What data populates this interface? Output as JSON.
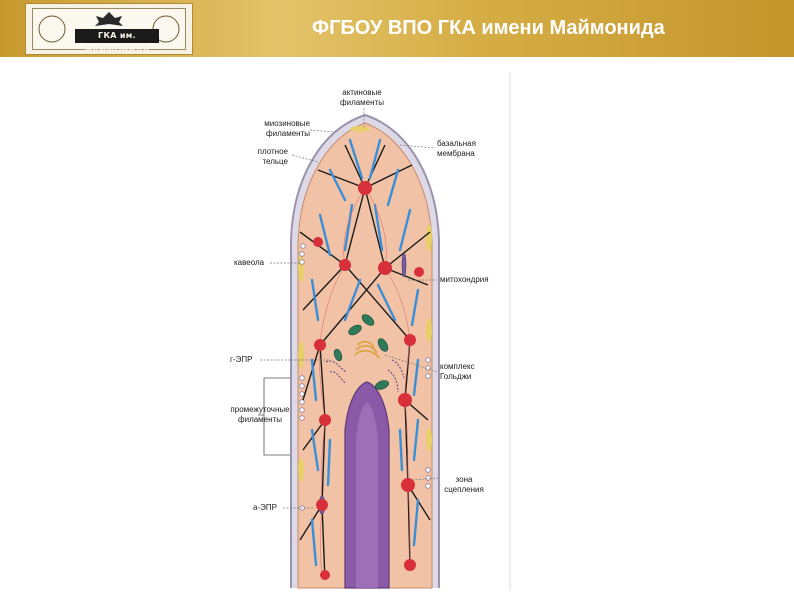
{
  "header": {
    "title": "ФГБОУ ВПО ГКА имени Маймонида",
    "logo_text": "ГКА им. МАЙМОНИДА",
    "colors": {
      "bar": "#d6ad45",
      "title": "#ffffff"
    }
  },
  "diagram": {
    "labels": {
      "actin_1": "актиновые",
      "actin_2": "филаменты",
      "myosin_1": "миозиновые",
      "myosin_2": "филаменты",
      "dense_1": "плотное",
      "dense_2": "тельце",
      "basal_1": "базальная",
      "basal_2": "мембрана",
      "caveola": "кавеола",
      "mito": "митохондрия",
      "rer": "г-ЭПР",
      "golgi_1": "комплекс",
      "golgi_2": "Гольджи",
      "inter_1": "промежуточные",
      "inter_2": "филаменты",
      "zone_1": "зона",
      "zone_2": "сцепления",
      "ser": "а-ЭПР"
    },
    "colors": {
      "cytoplasm": "#f1c2a6",
      "membrane": "#b8b0c8",
      "nucleus": "#8a5aa8",
      "dense_body": "#d8303a",
      "myosin": "#3a8fd8",
      "mitochondria": "#2f7a5a"
    }
  }
}
